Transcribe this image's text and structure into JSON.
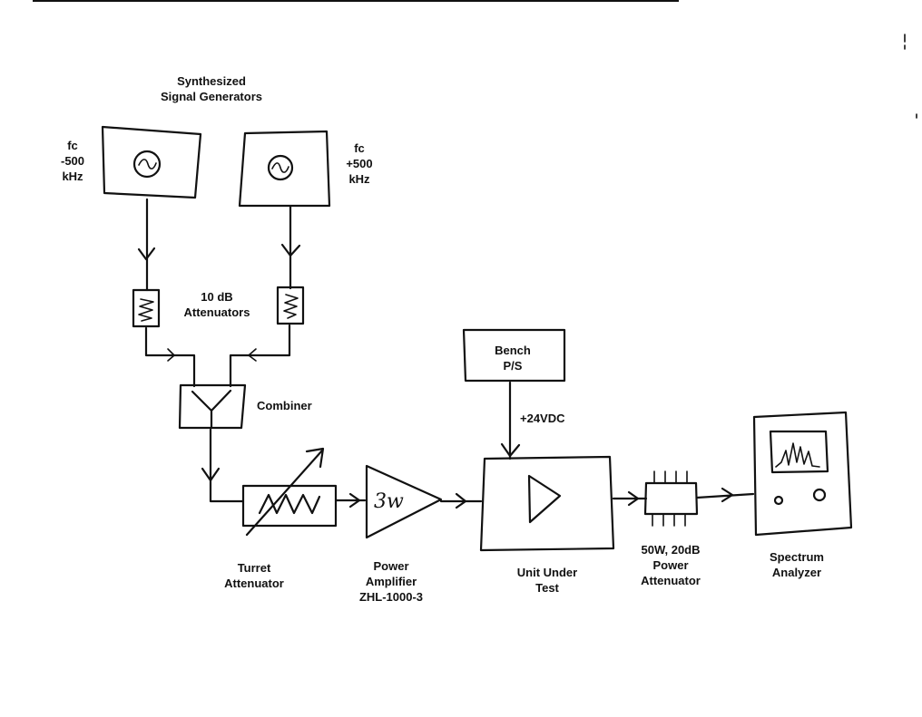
{
  "labels": {
    "sig_gen_title": "Synthesized\nSignal Generators",
    "gen1_freq": "fc\n-500\nkHz",
    "gen2_freq": "fc\n+500\nkHz",
    "attenuators": "10 dB\nAttenuators",
    "combiner": "Combiner",
    "turret_attenuator": "Turret\nAttenuator",
    "power_amplifier": "Power\nAmplifier\nZHL-1000-3",
    "amp_rating": "3w",
    "bench_ps": "Bench\nP/S",
    "supply_voltage": "+24VDC",
    "unit_under_test": "Unit Under\nTest",
    "power_attenuator": "50W, 20dB\nPower\nAttenuator",
    "spectrum_analyzer": "Spectrum\nAnalyzer"
  },
  "colors": {
    "ink": "#111111",
    "paper": "#ffffff"
  }
}
